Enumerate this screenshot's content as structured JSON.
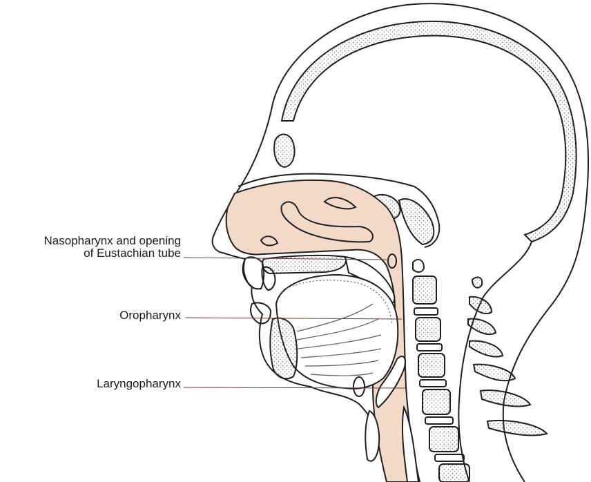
{
  "labels": {
    "nasopharynx_line1": "Nasopharynx and opening",
    "nasopharynx_line2": "of Eustachian tube",
    "oropharynx": "Oropharynx",
    "laryngopharynx": "Laryngopharynx"
  },
  "colors": {
    "pharynx_fill": "#f3dac8",
    "outline": "#1e1e1e",
    "bone_fill": "#ffffff",
    "stipple": "#6a6a6a",
    "leader_line": "#7a3a3a"
  }
}
